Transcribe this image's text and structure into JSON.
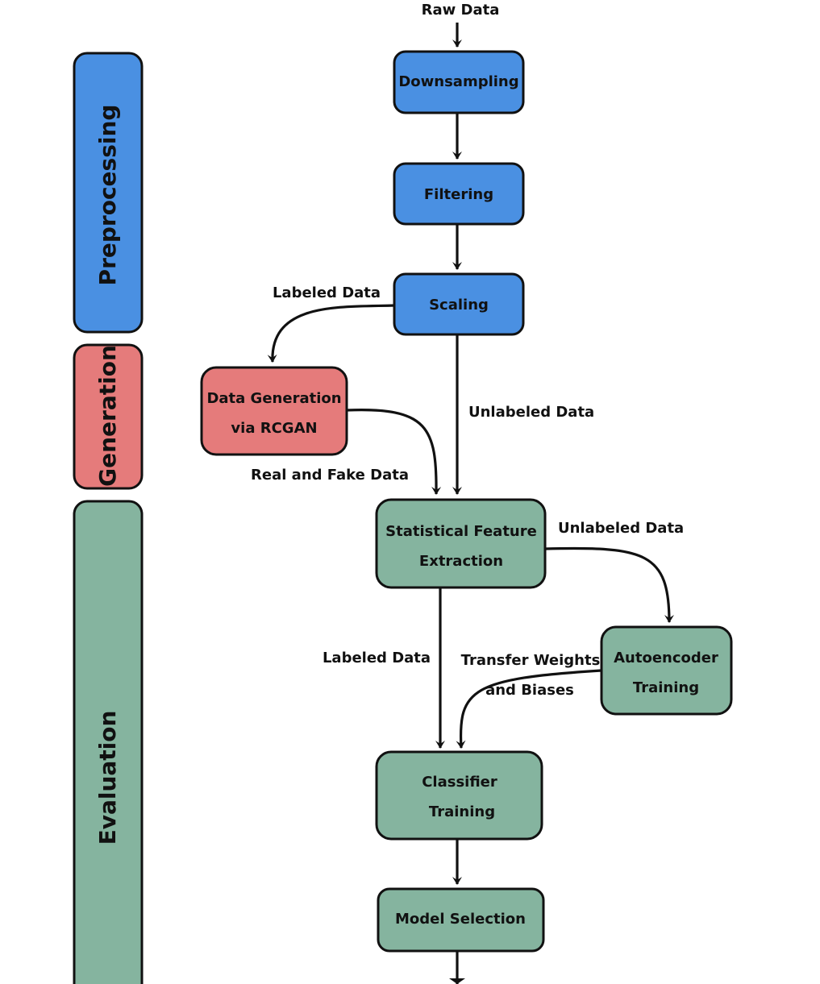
{
  "colors": {
    "preprocessing": "#4a90e2",
    "generation": "#e57b7b",
    "evaluation": "#85b49f",
    "outline": "#111111"
  },
  "lanes": {
    "preprocessing": "Preprocessing",
    "generation": "Generation",
    "evaluation": "Evaluation"
  },
  "nodes": {
    "downsampling": [
      "Downsampling"
    ],
    "filtering": [
      "Filtering"
    ],
    "scaling": [
      "Scaling"
    ],
    "data_generation": [
      "Data Generation",
      "via RCGAN"
    ],
    "feature_extraction": [
      "Statistical Feature",
      "Extraction"
    ],
    "autoencoder": [
      "Autoencoder",
      "Training"
    ],
    "classifier": [
      "Classifier",
      "Training"
    ],
    "model_selection": [
      "Model Selection"
    ]
  },
  "labels": {
    "raw_data": "Raw Data",
    "labeled_data_top": "Labeled Data",
    "unlabeled_data_main": "Unlabeled Data",
    "real_fake": "Real and Fake Data",
    "unlabeled_data_right": "Unlabeled Data",
    "labeled_data_mid": "Labeled Data",
    "transfer_1": "Transfer Weights",
    "transfer_2": "and Biases"
  }
}
